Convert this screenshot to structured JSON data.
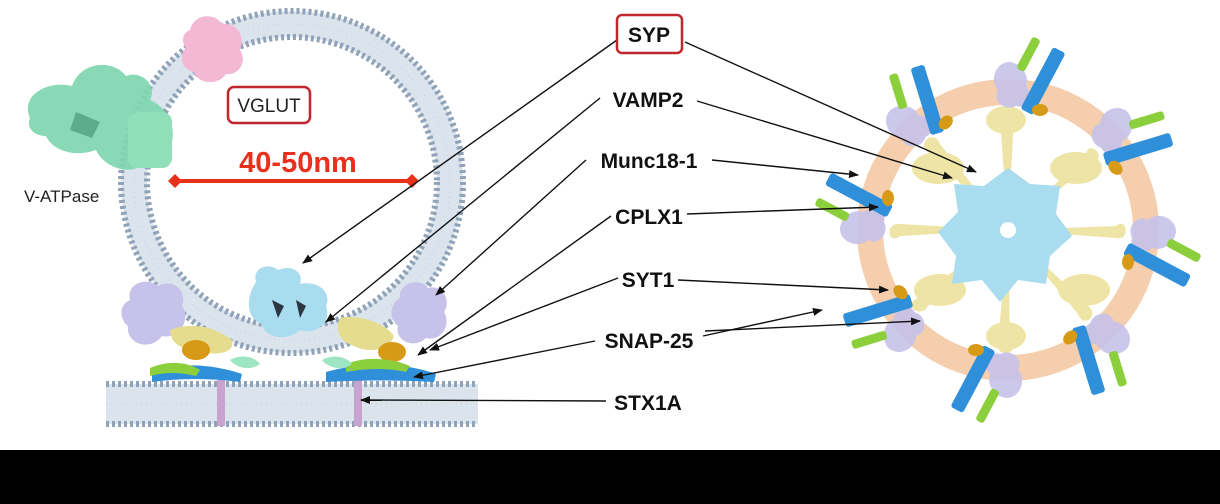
{
  "labels": {
    "vglut": "VGLUT",
    "vatpase": "V-ATPase",
    "diameter": "40-50nm",
    "syp": "SYP",
    "vamp2": "VAMP2",
    "munc18": "Munc18-1",
    "cplx1": "CPLX1",
    "syt1": "SYT1",
    "snap25": "SNAP-25",
    "stx1a": "STX1A"
  },
  "colors": {
    "highlight_box": "#c0272d",
    "diameter_arrow": "#e8301c",
    "membrane": "#b9c7d6",
    "membrane_head": "#8fa2b7",
    "syp": "#a9dcef",
    "vatpase": "#7fd6b0",
    "vglut": "#f2b8d4",
    "snare_yellow": "#eee3a1",
    "lavender": "#c7c2ea",
    "orange_ring": "#f4c9a4",
    "green": "#8ccf3c",
    "blue": "#2f8fd8",
    "gold": "#d79a16"
  }
}
